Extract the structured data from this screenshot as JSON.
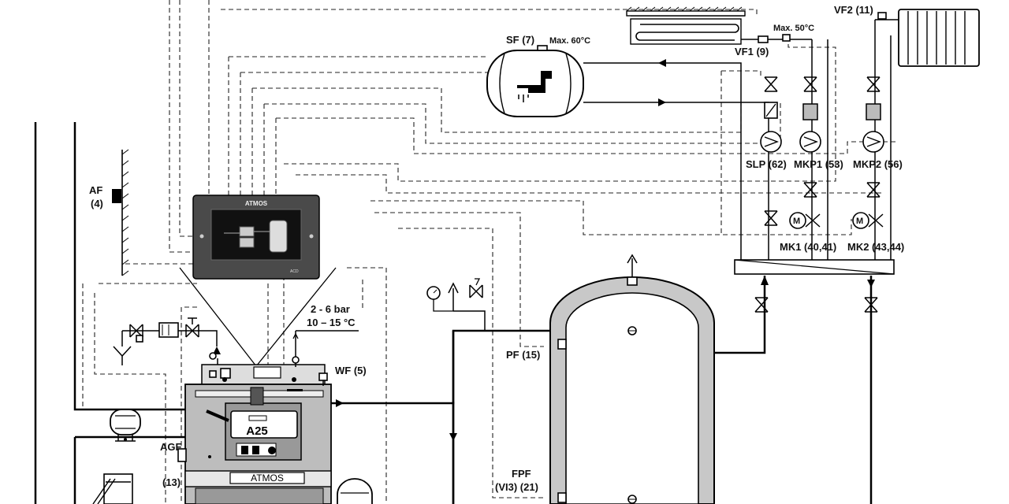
{
  "labels": {
    "sf": "SF (7)",
    "sf_max": "Max. 60°C",
    "vf1": "VF1 (9)",
    "vf1_max": "Max. 50°C",
    "vf2": "VF2 (11)",
    "slp": "SLP (62)",
    "mkp1": "MKP1 (53)",
    "mkp2": "MKP2 (56)",
    "mk1": "MK1 (40,41)",
    "mk2": "MK2 (43,44)",
    "af": "AF",
    "af_num": "(4)",
    "controller_brand": "ATMOS",
    "controller_small": "ACD",
    "pressure": "2 - 6 bar",
    "temperature": "10 – 15 °C",
    "wf": "WF (5)",
    "pf": "PF (15)",
    "fpf": "FPF",
    "fpf_num": "(VI3) (21)",
    "agf": "AGF",
    "agf_num": "(13)",
    "boiler_model": "A25",
    "boiler_brand": "ATMOS"
  },
  "colors": {
    "tank_insulation": "#c8c8c8",
    "controller_body": "#4a4a4a",
    "controller_screen": "#111111",
    "boiler_body": "#bdbdbd"
  }
}
